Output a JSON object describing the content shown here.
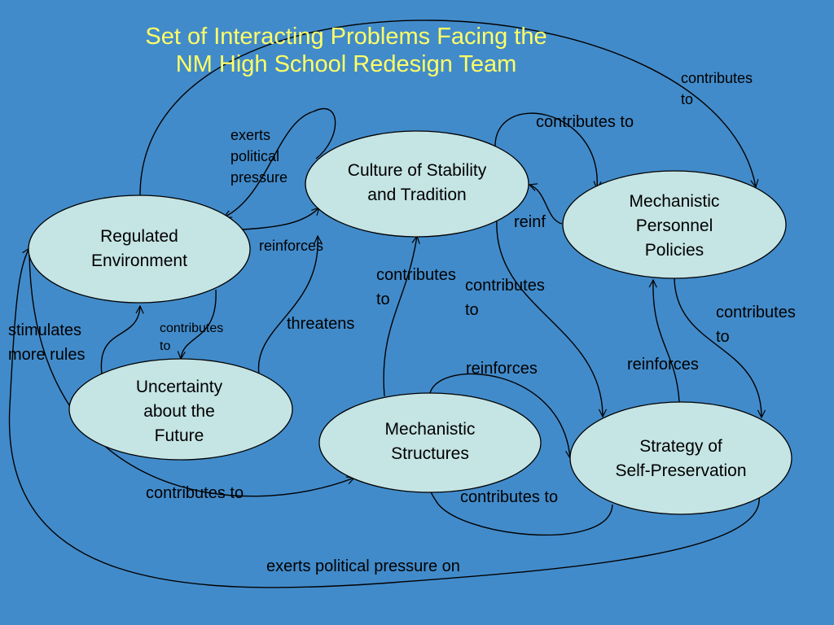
{
  "title": "Set of Interacting Problems Facing the\nNM High School Redesign Team",
  "colors": {
    "background": "#428bca",
    "node_fill": "#c5e4e4",
    "title": "#ffff66",
    "stroke": "#000000"
  },
  "nodes": {
    "regulated_environment": "Regulated\nEnvironment",
    "culture_stability": "Culture of Stability\nand Tradition",
    "mechanistic_personnel": "Mechanistic\nPersonnel\nPolicies",
    "uncertainty_future": "Uncertainty\nabout the\nFuture",
    "mechanistic_structures": "Mechanistic\nStructures",
    "strategy_self_preservation": "Strategy of\nSelf-Preservation"
  },
  "edge_labels": {
    "exerts_political_pressure": "exerts\npolitical\npressure",
    "contributes_to_top_right": "contributes\nto",
    "contributes_to_culture_personnel": "contributes to",
    "reinf": "reinf",
    "reinforces_regulated": "reinforces",
    "contributes_to_structures_culture": "contributes\nto",
    "contributes_to_culture_strategy": "contributes\nto",
    "threatens": "threatens",
    "contributes_to_small": "contributes\nto",
    "stimulates_more_rules": "stimulates\nmore rules",
    "contributes_to_personnel_strategy": "contributes\nto",
    "reinforces_strategy_personnel": "reinforces",
    "reinforces_structures_strategy": "reinforces",
    "contributes_to_regulated_structures": "contributes to",
    "contributes_to_strategy_structures": "contributes to",
    "exerts_political_pressure_on": "exerts political pressure on"
  }
}
